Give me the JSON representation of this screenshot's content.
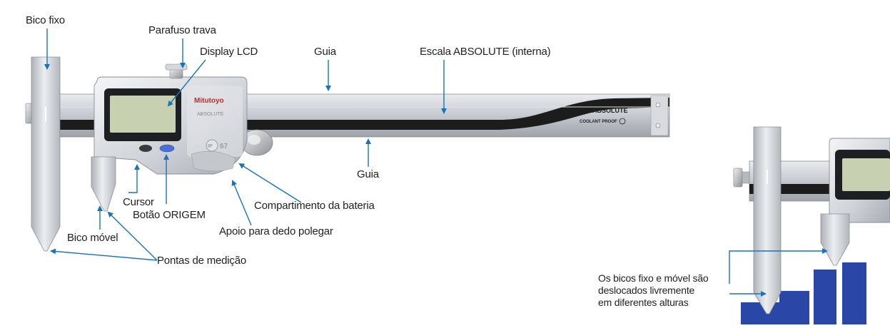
{
  "labels": {
    "bico_fixo": "Bico fixo",
    "parafuso_trava": "Parafuso trava",
    "display_lcd": "Display LCD",
    "guia_top": "Guia",
    "escala": "Escala ABSOLUTE (interna)",
    "guia_bottom": "Guia",
    "cursor": "Cursor",
    "botao_origem": "Botão ORIGEM",
    "compartimento": "Compartimento da bateria",
    "apoio": "Apoio para dedo polegar",
    "bico_movel": "Bico móvel",
    "pontas": "Pontas de medição",
    "note_line1": "Os bicos fixo e móvel são",
    "note_line2": "deslocados livremente",
    "note_line3": "em diferentes alturas"
  },
  "instrument_text": {
    "brand": "Mitutoyo",
    "brand_sub": "ABSOLUTE",
    "ip_rating": "67",
    "ip_mark": "IP",
    "scale_brand": "ABSOLUTE",
    "scale_sub": "COOLANT PROOF"
  },
  "colors": {
    "arrow": "#1a73b8",
    "steel": "#c9ccd1",
    "dark_steel": "#2a2a2a",
    "brand_red": "#d2232a",
    "lcd": "#c7d0b0",
    "workpiece": "#2a47a8",
    "origin_button": "#4a6fd6"
  }
}
